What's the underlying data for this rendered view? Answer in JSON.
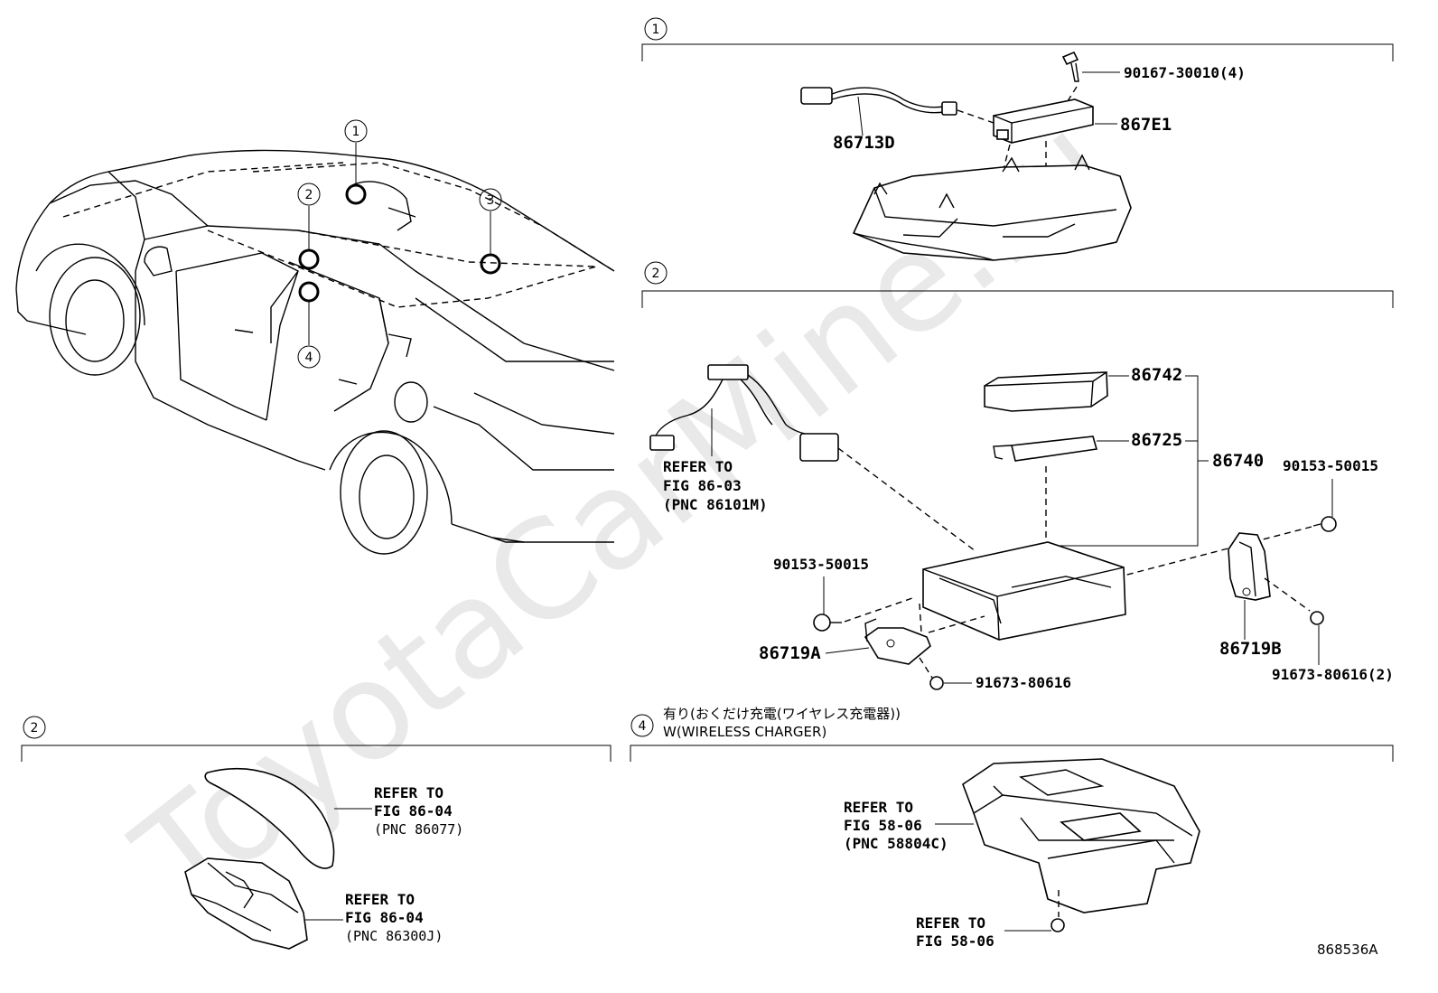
{
  "watermark": "ToyotaCarMine.ru",
  "section_1": {
    "badge": "1",
    "parts": {
      "screw": "90167-30010(4)",
      "module": "867E1",
      "harness": "86713D"
    }
  },
  "section_2": {
    "badge": "2",
    "harness_ref": [
      "REFER TO",
      "FIG 86-03",
      "(PNC 86101M)"
    ],
    "parts": {
      "upper_unit": "86742",
      "lower_unit": "86725",
      "assembly": "86740",
      "bolt_right": "90153-50015",
      "bolt_left": "90153-50015",
      "bracket_left": "86719A",
      "bracket_right": "86719B",
      "screw_left": "91673-80616",
      "screw_right": "91673-80616(2)"
    }
  },
  "section_2b": {
    "badge": "2",
    "ref_top": [
      "REFER TO",
      "FIG 86-04",
      "(PNC 86077)"
    ],
    "ref_bottom": [
      "REFER TO",
      "FIG 86-04",
      "(PNC 86300J)"
    ]
  },
  "section_4": {
    "badge": "4",
    "title_jp": "有り(おくだけ充電(ワイヤレス充電器))",
    "title_en": "W(WIRELESS CHARGER)",
    "ref_top": [
      "REFER TO",
      "FIG 58-06",
      "(PNC 58804C)"
    ],
    "ref_bottom": [
      "REFER TO",
      "FIG 58-06"
    ]
  },
  "car_callouts": [
    "1",
    "2",
    "3",
    "4"
  ],
  "figure_id": "868536A"
}
